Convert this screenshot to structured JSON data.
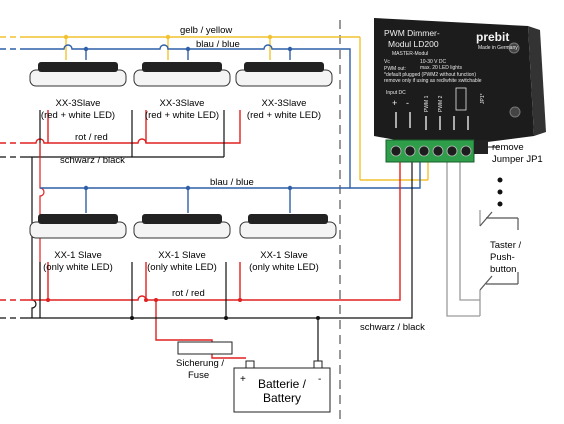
{
  "wires": {
    "yellow": "gelb / yellow",
    "blue_top": "blau / blue",
    "red_top": "rot / red",
    "black_top": "schwarz / black",
    "blue_mid": "blau / blue",
    "red_bottom": "rot / red",
    "black_bottom": "schwarz / black"
  },
  "lamps_top": [
    {
      "name": "XX-3Slave",
      "desc": "(red + white LED)"
    },
    {
      "name": "XX-3Slave",
      "desc": "(red + white LED)"
    },
    {
      "name": "XX-3Slave",
      "desc": "(red + white LED)"
    }
  ],
  "lamps_bottom": [
    {
      "name": "XX-1 Slave",
      "desc": "(only white LED)"
    },
    {
      "name": "XX-1 Slave",
      "desc": "(only white LED)"
    },
    {
      "name": "XX-1 Slave",
      "desc": "(only white LED)"
    }
  ],
  "module": {
    "brand": "prebit",
    "title1": "PWM Dimmer-",
    "title2": "Modul LD200",
    "subtitle": "MASTER-Modul",
    "made": "Made in Germany",
    "vc": "Vc",
    "pwm_out": "PWM out:",
    "spec1": "10-30 V DC",
    "spec2": "max. 20 LED lights",
    "spec3": "*default plugged (PWM2 without function)",
    "spec4": "remove only if using as red/white switchable",
    "input_dc": "Input DC",
    "pwm1": "PWM 1",
    "pwm2": "PWM 2",
    "jp1": "JP1*",
    "plus": "+",
    "minus": "-"
  },
  "jumper": {
    "line1": "remove",
    "line2": "Jumper JP1"
  },
  "button": {
    "line1": "Taster /",
    "line2": "Push-",
    "line3": "button"
  },
  "fuse": {
    "line1": "Sicherung /",
    "line2": "Fuse"
  },
  "battery": {
    "line1": "Batterie /",
    "line2": "Battery",
    "plus": "+",
    "minus": "-"
  },
  "colors": {
    "yellow": "#f2c230",
    "blue": "#2f5fa8",
    "red": "#e02020",
    "black": "#111111",
    "gray": "#9a9a9a",
    "module": "#1c1c1c",
    "terminal": "#2e9e4a",
    "lamp_cap": "#222222"
  }
}
